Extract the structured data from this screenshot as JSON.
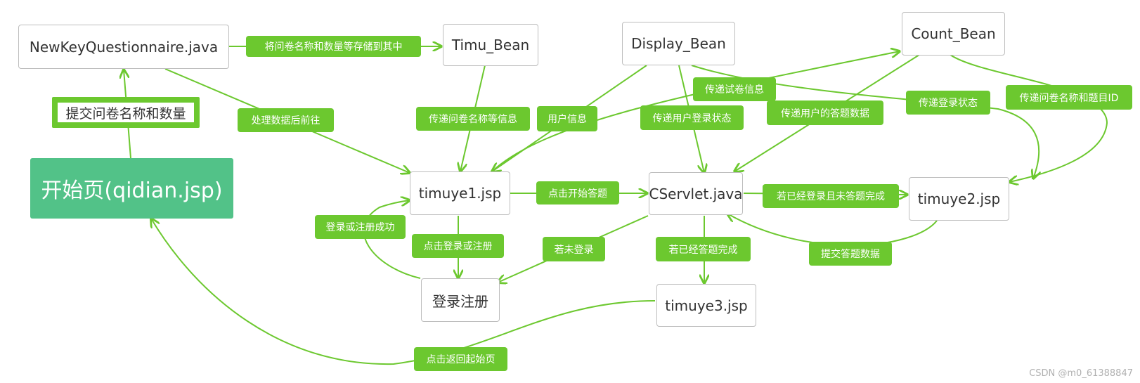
{
  "nodes": {
    "start": "开始页(qidian.jsp)",
    "newkey": "NewKeyQuestionnaire.java",
    "timu_bean": "Timu_Bean",
    "display_bean": "Display_Bean",
    "count_bean": "Count_Bean",
    "timuye1": "timuye1.jsp",
    "cservlet": "CServlet.java",
    "timuye2": "timuye2.jsp",
    "login": "登录注册",
    "timuye3": "timuye3.jsp"
  },
  "labels": {
    "submit_name": "提交问卷名称和数量",
    "store": "将问卷名称和数量等存储到其中",
    "process": "处理数据后前往",
    "pass_name": "传递问卷名称等信息",
    "user_info": "用户信息",
    "pass_paper": "传递试卷信息",
    "pass_login_state": "传递用户登录状态",
    "pass_answer": "传递用户的答题数据",
    "pass_login": "传递登录状态",
    "pass_id": "传递问卷名称和题目ID",
    "click_start": "点击开始答题",
    "if_logged": "若已经登录且未答题完成",
    "login_ok": "登录或注册成功",
    "click_login": "点击登录或注册",
    "not_logged": "若未登录",
    "answered": "若已经答题完成",
    "submit_answer": "提交答题数据",
    "back_home": "点击返回起始页"
  },
  "watermark": "CSDN @m0_61388847",
  "colors": {
    "edge": "#6cc82f",
    "label": "#6cc82f",
    "start": "#52c288"
  }
}
